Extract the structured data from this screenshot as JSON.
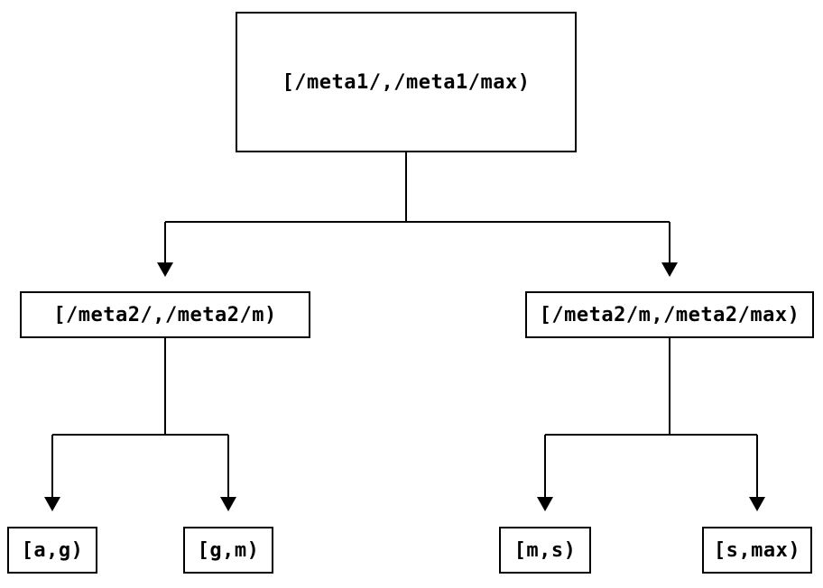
{
  "diagram": {
    "type": "binary-interval-tree",
    "colors": {
      "background": "#ffffff",
      "line": "#000000",
      "text": "#000000"
    },
    "root": {
      "label": "[/meta1/,/meta1/max)",
      "children": [
        {
          "label": "[/meta2/,/meta2/m)",
          "children": [
            {
              "label": "[a,g)"
            },
            {
              "label": "[g,m)"
            }
          ]
        },
        {
          "label": "[/meta2/m,/meta2/max)",
          "children": [
            {
              "label": "[m,s)"
            },
            {
              "label": "[s,max)"
            }
          ]
        }
      ]
    }
  }
}
